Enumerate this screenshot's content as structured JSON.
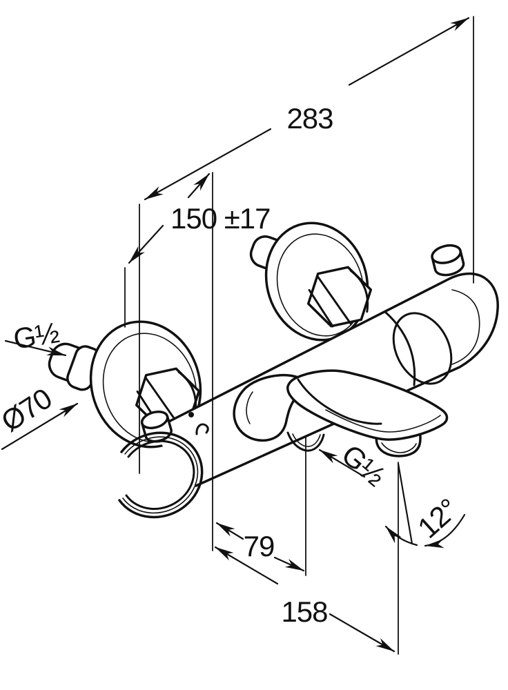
{
  "drawing": {
    "description": "Technical dimension drawing of a wall-mounted thermostatic bath and shower mixer tap",
    "background_color": "#ffffff",
    "line_color": "#111111",
    "dimensions": {
      "overall_width": "283",
      "pipe_centers": "150 ±17",
      "wall_thread": "G½",
      "escutcheon_diameter": "Ø70",
      "outlet_thread": "G½",
      "spout_center_depth": "79",
      "spout_tip_depth": "158",
      "outlet_angle": "12°"
    }
  }
}
